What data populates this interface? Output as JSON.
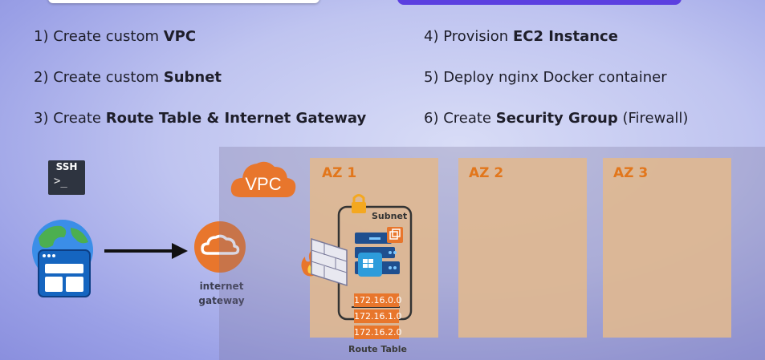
{
  "steps": [
    {
      "prefix": "1) Create custom ",
      "bold": "VPC",
      "suffix": ""
    },
    {
      "prefix": "2) Create custom ",
      "bold": "Subnet",
      "suffix": ""
    },
    {
      "prefix": "3) Create ",
      "bold": "Route Table & Internet Gateway",
      "suffix": ""
    },
    {
      "prefix": "4) Provision ",
      "bold": "EC2 Instance",
      "suffix": ""
    },
    {
      "prefix": "5) Deploy nginx Docker container",
      "bold": "",
      "suffix": ""
    },
    {
      "prefix": "6) Create ",
      "bold": "Security Group",
      "suffix": " (Firewall)"
    }
  ],
  "ssh": {
    "title": "SSH",
    "prompt": ">_"
  },
  "gateway": {
    "line1": "internet",
    "line2": "gateway"
  },
  "vpc": {
    "label": "VPC"
  },
  "azs": [
    "AZ 1",
    "AZ 2",
    "AZ 3"
  ],
  "subnet": {
    "label": "Subnet"
  },
  "route_table": {
    "label": "Route Table",
    "routes": [
      "172.16.0.0",
      "172.16.1.0",
      "172.16.2.0"
    ]
  },
  "colors": {
    "accent": "#e8762c",
    "az_fill": "#e0b890",
    "header_purple": "#5b3fe0"
  }
}
